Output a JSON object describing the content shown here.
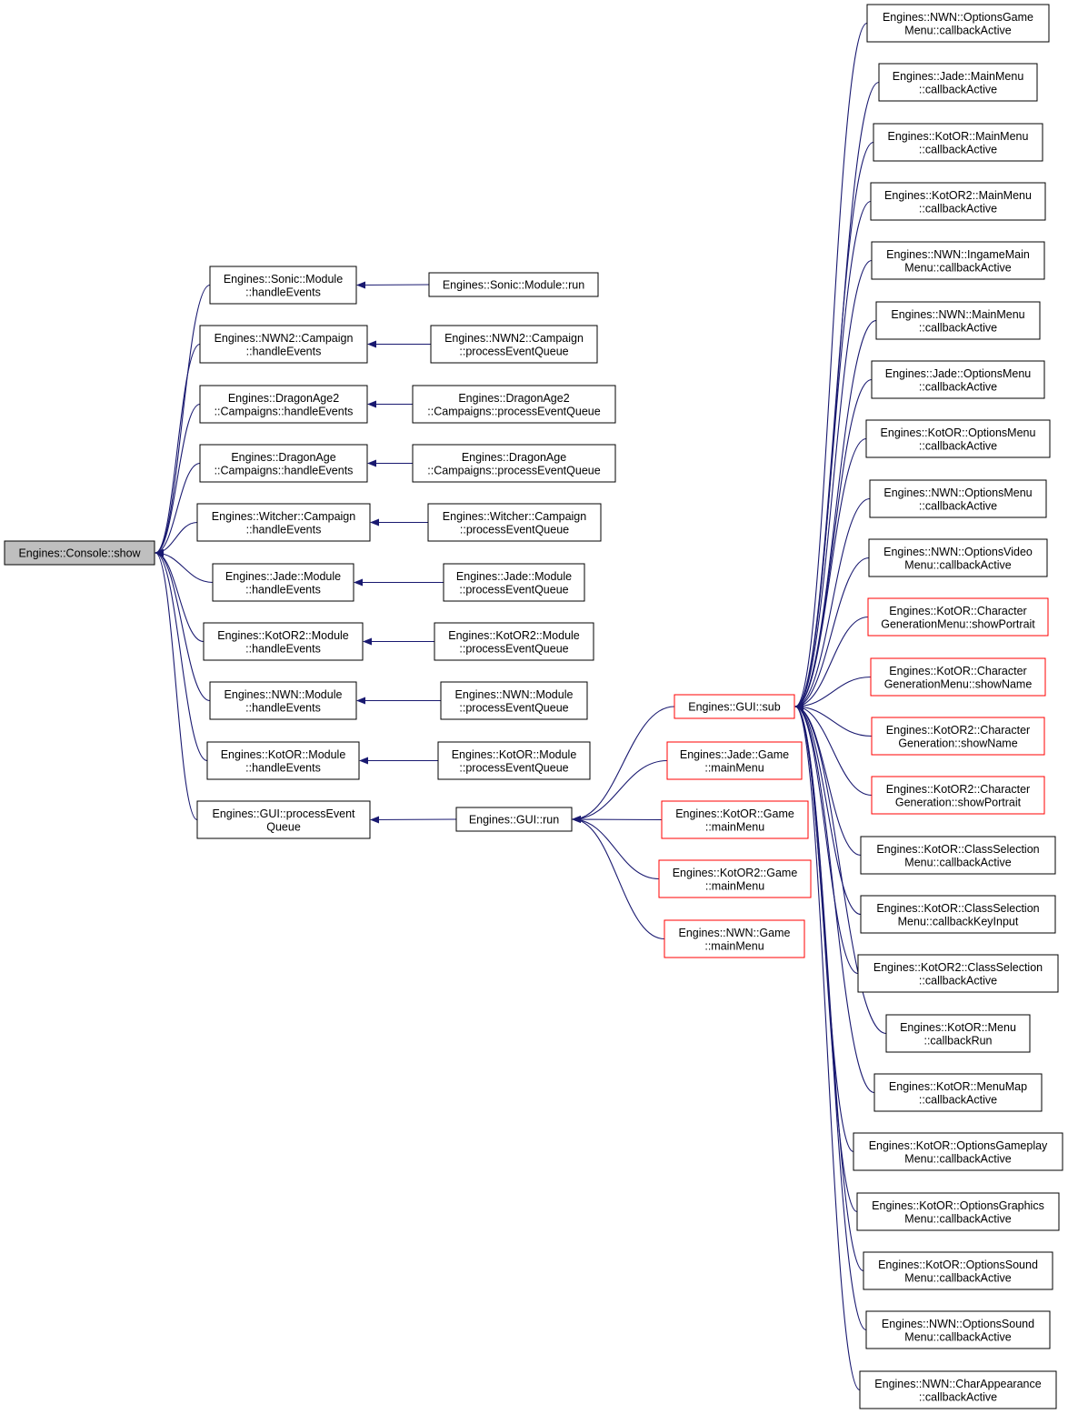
{
  "colors": {
    "edge": "#191970",
    "box_border": "#000000",
    "truncated_border": "#ff0000",
    "root_fill": "#bfbfbf",
    "box_fill": "#ffffff"
  },
  "nodes": [
    {
      "id": "console_show",
      "lines": [
        "Engines::Console::show"
      ],
      "style": "root"
    },
    {
      "id": "sonic_module_he",
      "lines": [
        "Engines::Sonic::Module",
        "::handleEvents"
      ],
      "style": "normal"
    },
    {
      "id": "nwn2_campaign_he",
      "lines": [
        "Engines::NWN2::Campaign",
        "::handleEvents"
      ],
      "style": "normal"
    },
    {
      "id": "da2_campaigns_he",
      "lines": [
        "Engines::DragonAge2",
        "::Campaigns::handleEvents"
      ],
      "style": "normal"
    },
    {
      "id": "da_campaigns_he",
      "lines": [
        "Engines::DragonAge",
        "::Campaigns::handleEvents"
      ],
      "style": "normal"
    },
    {
      "id": "witcher_campaign_he",
      "lines": [
        "Engines::Witcher::Campaign",
        "::handleEvents"
      ],
      "style": "normal"
    },
    {
      "id": "jade_module_he",
      "lines": [
        "Engines::Jade::Module",
        "::handleEvents"
      ],
      "style": "normal"
    },
    {
      "id": "kotor2_module_he",
      "lines": [
        "Engines::KotOR2::Module",
        "::handleEvents"
      ],
      "style": "normal"
    },
    {
      "id": "nwn_module_he",
      "lines": [
        "Engines::NWN::Module",
        "::handleEvents"
      ],
      "style": "normal"
    },
    {
      "id": "kotor_module_he",
      "lines": [
        "Engines::KotOR::Module",
        "::handleEvents"
      ],
      "style": "normal"
    },
    {
      "id": "gui_peq",
      "lines": [
        "Engines::GUI::processEvent",
        "Queue"
      ],
      "style": "normal"
    },
    {
      "id": "sonic_module_run",
      "lines": [
        "Engines::Sonic::Module::run"
      ],
      "style": "normal"
    },
    {
      "id": "nwn2_campaign_peq",
      "lines": [
        "Engines::NWN2::Campaign",
        "::processEventQueue"
      ],
      "style": "normal"
    },
    {
      "id": "da2_campaigns_peq",
      "lines": [
        "Engines::DragonAge2",
        "::Campaigns::processEventQueue"
      ],
      "style": "normal"
    },
    {
      "id": "da_campaigns_peq",
      "lines": [
        "Engines::DragonAge",
        "::Campaigns::processEventQueue"
      ],
      "style": "normal"
    },
    {
      "id": "witcher_campaign_peq",
      "lines": [
        "Engines::Witcher::Campaign",
        "::processEventQueue"
      ],
      "style": "normal"
    },
    {
      "id": "jade_module_peq",
      "lines": [
        "Engines::Jade::Module",
        "::processEventQueue"
      ],
      "style": "normal"
    },
    {
      "id": "kotor2_module_peq",
      "lines": [
        "Engines::KotOR2::Module",
        "::processEventQueue"
      ],
      "style": "normal"
    },
    {
      "id": "nwn_module_peq",
      "lines": [
        "Engines::NWN::Module",
        "::processEventQueue"
      ],
      "style": "normal"
    },
    {
      "id": "kotor_module_peq",
      "lines": [
        "Engines::KotOR::Module",
        "::processEventQueue"
      ],
      "style": "normal"
    },
    {
      "id": "gui_run",
      "lines": [
        "Engines::GUI::run"
      ],
      "style": "normal"
    },
    {
      "id": "gui_sub",
      "lines": [
        "Engines::GUI::sub"
      ],
      "style": "truncated"
    },
    {
      "id": "jade_game_mm",
      "lines": [
        "Engines::Jade::Game",
        "::mainMenu"
      ],
      "style": "truncated"
    },
    {
      "id": "kotor_game_mm",
      "lines": [
        "Engines::KotOR::Game",
        "::mainMenu"
      ],
      "style": "truncated"
    },
    {
      "id": "kotor2_game_mm",
      "lines": [
        "Engines::KotOR2::Game",
        "::mainMenu"
      ],
      "style": "truncated"
    },
    {
      "id": "nwn_game_mm",
      "lines": [
        "Engines::NWN::Game",
        "::mainMenu"
      ],
      "style": "truncated"
    },
    {
      "id": "r1",
      "lines": [
        "Engines::NWN::OptionsGame",
        "Menu::callbackActive"
      ],
      "style": "normal"
    },
    {
      "id": "r2",
      "lines": [
        "Engines::Jade::MainMenu",
        "::callbackActive"
      ],
      "style": "normal"
    },
    {
      "id": "r3",
      "lines": [
        "Engines::KotOR::MainMenu",
        "::callbackActive"
      ],
      "style": "normal"
    },
    {
      "id": "r4",
      "lines": [
        "Engines::KotOR2::MainMenu",
        "::callbackActive"
      ],
      "style": "normal"
    },
    {
      "id": "r5",
      "lines": [
        "Engines::NWN::IngameMain",
        "Menu::callbackActive"
      ],
      "style": "normal"
    },
    {
      "id": "r6",
      "lines": [
        "Engines::NWN::MainMenu",
        "::callbackActive"
      ],
      "style": "normal"
    },
    {
      "id": "r7",
      "lines": [
        "Engines::Jade::OptionsMenu",
        "::callbackActive"
      ],
      "style": "normal"
    },
    {
      "id": "r8",
      "lines": [
        "Engines::KotOR::OptionsMenu",
        "::callbackActive"
      ],
      "style": "normal"
    },
    {
      "id": "r9",
      "lines": [
        "Engines::NWN::OptionsMenu",
        "::callbackActive"
      ],
      "style": "normal"
    },
    {
      "id": "r10",
      "lines": [
        "Engines::NWN::OptionsVideo",
        "Menu::callbackActive"
      ],
      "style": "normal"
    },
    {
      "id": "r11",
      "lines": [
        "Engines::KotOR::Character",
        "GenerationMenu::showPortrait"
      ],
      "style": "truncated"
    },
    {
      "id": "r12",
      "lines": [
        "Engines::KotOR::Character",
        "GenerationMenu::showName"
      ],
      "style": "truncated"
    },
    {
      "id": "r13",
      "lines": [
        "Engines::KotOR2::Character",
        "Generation::showName"
      ],
      "style": "truncated"
    },
    {
      "id": "r14",
      "lines": [
        "Engines::KotOR2::Character",
        "Generation::showPortrait"
      ],
      "style": "truncated"
    },
    {
      "id": "r15",
      "lines": [
        "Engines::KotOR::ClassSelection",
        "Menu::callbackActive"
      ],
      "style": "normal"
    },
    {
      "id": "r16",
      "lines": [
        "Engines::KotOR::ClassSelection",
        "Menu::callbackKeyInput"
      ],
      "style": "normal"
    },
    {
      "id": "r17",
      "lines": [
        "Engines::KotOR2::ClassSelection",
        "::callbackActive"
      ],
      "style": "normal"
    },
    {
      "id": "r18",
      "lines": [
        "Engines::KotOR::Menu",
        "::callbackRun"
      ],
      "style": "normal"
    },
    {
      "id": "r19",
      "lines": [
        "Engines::KotOR::MenuMap",
        "::callbackActive"
      ],
      "style": "normal"
    },
    {
      "id": "r20",
      "lines": [
        "Engines::KotOR::OptionsGameplay",
        "Menu::callbackActive"
      ],
      "style": "normal"
    },
    {
      "id": "r21",
      "lines": [
        "Engines::KotOR::OptionsGraphics",
        "Menu::callbackActive"
      ],
      "style": "normal"
    },
    {
      "id": "r22",
      "lines": [
        "Engines::KotOR::OptionsSound",
        "Menu::callbackActive"
      ],
      "style": "normal"
    },
    {
      "id": "r23",
      "lines": [
        "Engines::NWN::OptionsSound",
        "Menu::callbackActive"
      ],
      "style": "normal"
    },
    {
      "id": "r24",
      "lines": [
        "Engines::NWN::CharAppearance",
        "::callbackActive"
      ],
      "style": "normal"
    }
  ],
  "edges": [
    {
      "from": "sonic_module_he",
      "to": "console_show"
    },
    {
      "from": "nwn2_campaign_he",
      "to": "console_show"
    },
    {
      "from": "da2_campaigns_he",
      "to": "console_show"
    },
    {
      "from": "da_campaigns_he",
      "to": "console_show"
    },
    {
      "from": "witcher_campaign_he",
      "to": "console_show"
    },
    {
      "from": "jade_module_he",
      "to": "console_show"
    },
    {
      "from": "kotor2_module_he",
      "to": "console_show"
    },
    {
      "from": "nwn_module_he",
      "to": "console_show"
    },
    {
      "from": "kotor_module_he",
      "to": "console_show"
    },
    {
      "from": "gui_peq",
      "to": "console_show"
    },
    {
      "from": "sonic_module_run",
      "to": "sonic_module_he"
    },
    {
      "from": "nwn2_campaign_peq",
      "to": "nwn2_campaign_he"
    },
    {
      "from": "da2_campaigns_peq",
      "to": "da2_campaigns_he"
    },
    {
      "from": "da_campaigns_peq",
      "to": "da_campaigns_he"
    },
    {
      "from": "witcher_campaign_peq",
      "to": "witcher_campaign_he"
    },
    {
      "from": "jade_module_peq",
      "to": "jade_module_he"
    },
    {
      "from": "kotor2_module_peq",
      "to": "kotor2_module_he"
    },
    {
      "from": "nwn_module_peq",
      "to": "nwn_module_he"
    },
    {
      "from": "kotor_module_peq",
      "to": "kotor_module_he"
    },
    {
      "from": "gui_run",
      "to": "gui_peq"
    },
    {
      "from": "gui_sub",
      "to": "gui_run"
    },
    {
      "from": "jade_game_mm",
      "to": "gui_run"
    },
    {
      "from": "kotor_game_mm",
      "to": "gui_run"
    },
    {
      "from": "kotor2_game_mm",
      "to": "gui_run"
    },
    {
      "from": "nwn_game_mm",
      "to": "gui_run"
    },
    {
      "from": "r1",
      "to": "gui_sub"
    },
    {
      "from": "r2",
      "to": "gui_sub"
    },
    {
      "from": "r3",
      "to": "gui_sub"
    },
    {
      "from": "r4",
      "to": "gui_sub"
    },
    {
      "from": "r5",
      "to": "gui_sub"
    },
    {
      "from": "r6",
      "to": "gui_sub"
    },
    {
      "from": "r7",
      "to": "gui_sub"
    },
    {
      "from": "r8",
      "to": "gui_sub"
    },
    {
      "from": "r9",
      "to": "gui_sub"
    },
    {
      "from": "r10",
      "to": "gui_sub"
    },
    {
      "from": "r11",
      "to": "gui_sub"
    },
    {
      "from": "r12",
      "to": "gui_sub"
    },
    {
      "from": "r13",
      "to": "gui_sub"
    },
    {
      "from": "r14",
      "to": "gui_sub"
    },
    {
      "from": "r15",
      "to": "gui_sub"
    },
    {
      "from": "r16",
      "to": "gui_sub"
    },
    {
      "from": "r17",
      "to": "gui_sub"
    },
    {
      "from": "r18",
      "to": "gui_sub"
    },
    {
      "from": "r19",
      "to": "gui_sub"
    },
    {
      "from": "r20",
      "to": "gui_sub"
    },
    {
      "from": "r21",
      "to": "gui_sub"
    },
    {
      "from": "r22",
      "to": "gui_sub"
    },
    {
      "from": "r23",
      "to": "gui_sub"
    },
    {
      "from": "r24",
      "to": "gui_sub"
    }
  ]
}
